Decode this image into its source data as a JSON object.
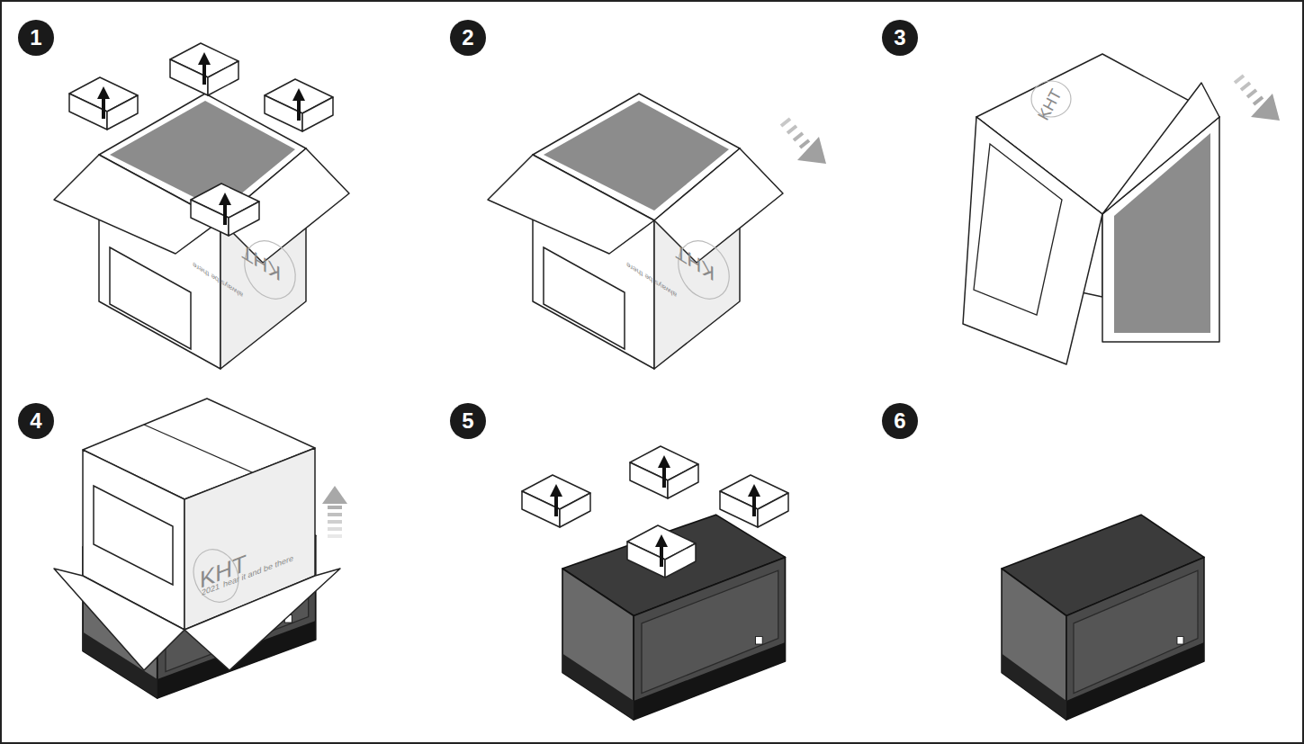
{
  "diagram": {
    "labels": [
      "1",
      "2",
      "3",
      "4",
      "5",
      "6",
      "KHT",
      "always be there",
      "KHT",
      "always be there",
      "KHT",
      "KHT",
      "2021",
      "hear it and be there"
    ]
  }
}
